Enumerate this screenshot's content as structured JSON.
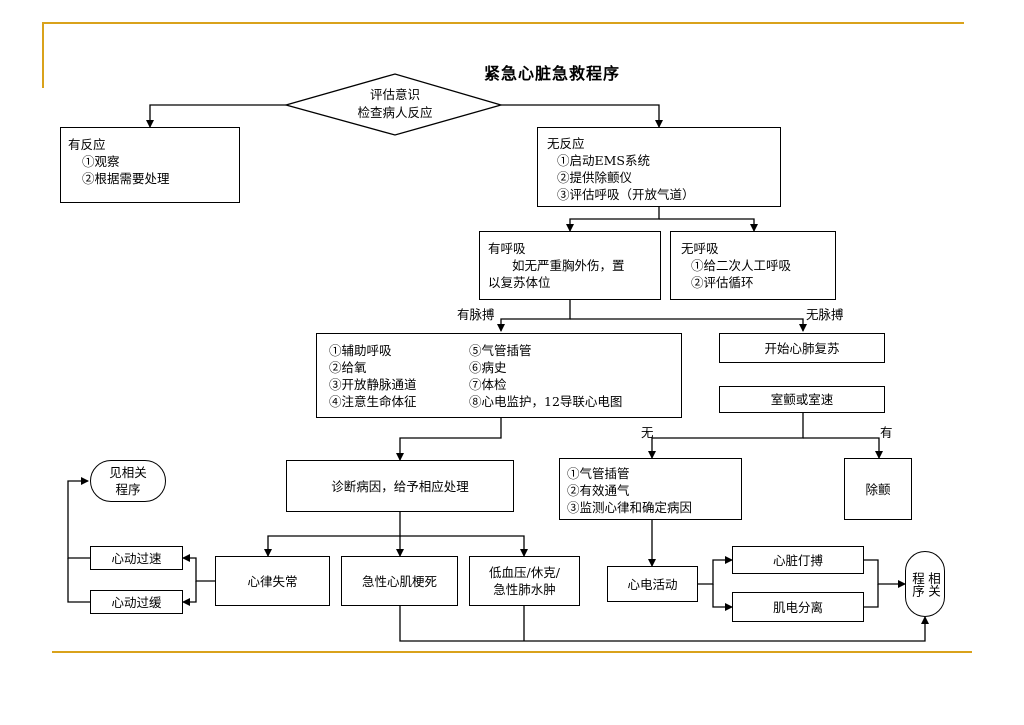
{
  "title": "紧急心脏急救程序",
  "assess": {
    "line1": "评估意识",
    "line2": "检查病人反应"
  },
  "responsive": {
    "heading": "有反应",
    "items": [
      "①观察",
      "②根据需要处理"
    ]
  },
  "unresponsive": {
    "heading": "无反应",
    "items": [
      "①启动EMS系统",
      "②提供除颤仪",
      "③评估呼吸（开放气道）"
    ]
  },
  "breathing": {
    "heading": "有呼吸",
    "line1": "如无严重胸外伤，置",
    "line2": "以复苏体位"
  },
  "not_breathing": {
    "heading": "无呼吸",
    "items": [
      "①给二次人工呼吸",
      "②评估循环"
    ]
  },
  "labels": {
    "has_pulse": "有脉搏",
    "no_pulse": "无脉搏",
    "none": "无",
    "has": "有"
  },
  "care_steps": {
    "left": [
      "①辅助呼吸",
      "②给氧",
      "③开放静脉通道",
      "④注意生命体征"
    ],
    "right": [
      "⑤气管插管",
      "⑥病史",
      "⑦体检",
      "⑧心电监护，12导联心电图"
    ]
  },
  "start_cpr": "开始心肺复苏",
  "vf_vt": "室颤或室速",
  "diagnose": "诊断病因，给予相应处理",
  "airway_steps": [
    "①气管插管",
    "②有效通气",
    "③监测心律和确定病因"
  ],
  "defib": "除颤",
  "see_related": {
    "line1": "见相关",
    "line2": "程序"
  },
  "tachy": "心动过速",
  "brady": "心动过缓",
  "arrhythmia": "心律失常",
  "ami": "急性心肌梗死",
  "hypo": {
    "line1": "低血压/休克/",
    "line2": "急性肺水肿"
  },
  "pea": "心电活动",
  "asystole": "心脏仃搏",
  "emd": "肌电分离",
  "related": {
    "line1": "相关",
    "line2": "程序"
  },
  "colors": {
    "accent": "#d9a21b",
    "line": "#000000"
  }
}
